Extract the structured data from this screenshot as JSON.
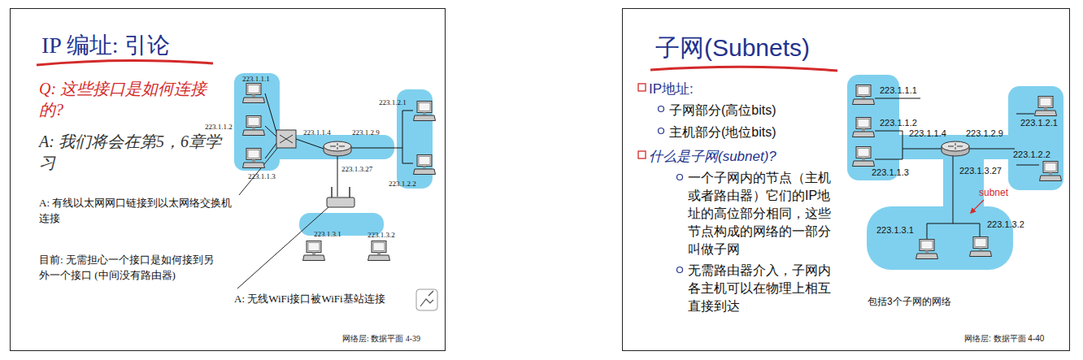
{
  "diagram": {
    "nodes": [
      {
        "text": [
          "IP 编址: 引论",
          "Q: 这些接口是如何连接的?",
          "A: 我们将会在第5，6章学习",
          "A: 有线以太网网口链接到以太网络交换机连接",
          "目前: 无需担心一个接口是如何接到另外一个接口 (中间没有路由器)",
          "A: 无线WiFi接口被WiFi基站连接",
          "网络层: 数据平面 4-39"
        ]
      },
      {
        "text": [
          "子网(Subnets)",
          "IP地址:",
          "子网部分(高位bits)",
          "主机部分(地位bits)",
          "什么是子网(subnet)?",
          "一个子网内的节点（主机或者路由器）它们的IP地址的高位部分相同，这些节点构成的网络的一部分叫做子网",
          "无需路由器介入，子网内各主机可以在物理上相互直接到达",
          "包括3个子网的网络",
          "网络层: 数据平面 4-40"
        ]
      }
    ],
    "labels": [
      "223.1.1.1",
      "223.1.1.2",
      "223.1.1.3",
      "223.1.1.4",
      "223.1.2.9",
      "223.1.3.27",
      "223.1.2.1",
      "223.1.2.2",
      "223.1.3.1",
      "223.1.3.2",
      "223.1.1.1",
      "223.1.1.2",
      "223.1.1.4",
      "223.1.2.9",
      "223.1.2.1",
      "223.1.1.3",
      "223.1.3.27",
      "223.1.2.2",
      "subnet",
      "223.1.3.1",
      "223.1.3.2"
    ]
  }
}
